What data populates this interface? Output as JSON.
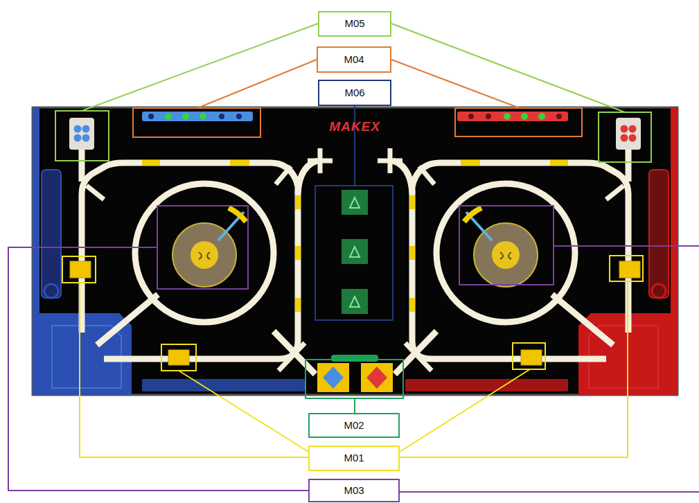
{
  "diagram": {
    "nodes": [
      {
        "text": [
          "M05"
        ]
      },
      {
        "text": [
          "M04"
        ]
      },
      {
        "text": [
          "M06"
        ]
      },
      {
        "text": [
          "M02"
        ]
      },
      {
        "text": [
          "M01"
        ]
      },
      {
        "text": [
          "M03"
        ]
      }
    ],
    "labels": [
      "MAKEX"
    ]
  }
}
